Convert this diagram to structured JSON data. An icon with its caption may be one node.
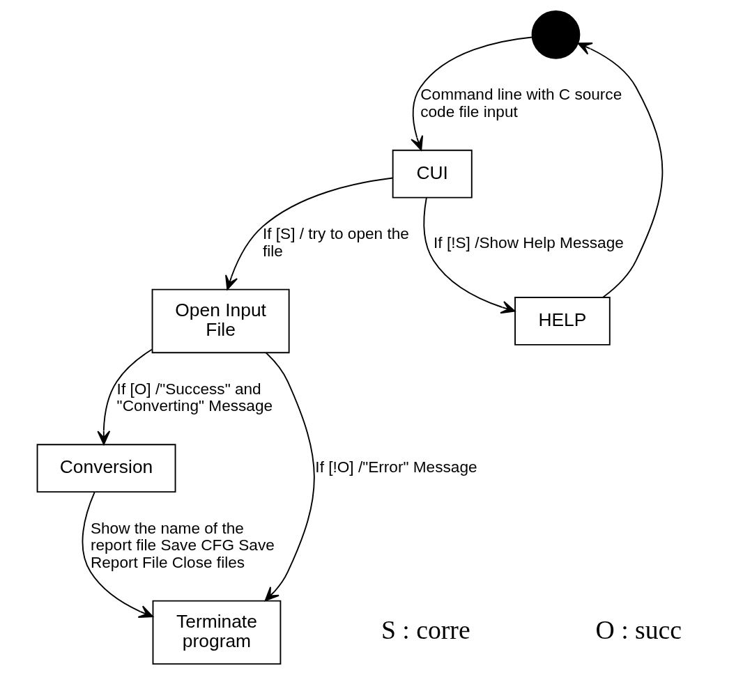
{
  "diagram": {
    "nodes": [
      {
        "text": [],
        "shape": "circle"
      },
      {
        "text": [
          "CUI"
        ]
      },
      {
        "text": [
          "HELP"
        ]
      },
      {
        "text": [
          "Open Input File"
        ]
      },
      {
        "text": [
          "Conversion"
        ]
      },
      {
        "text": [
          "Terminate program"
        ]
      }
    ],
    "edges": [
      {
        "from": 0,
        "to": 1,
        "arrow": "to",
        "label": "Command line with C source code file input"
      },
      {
        "from": 1,
        "to": 2,
        "arrow": "to",
        "label": "If [!S] /Show Help Message"
      },
      {
        "from": 2,
        "to": 0,
        "arrow": "to"
      },
      {
        "from": 1,
        "to": 3,
        "arrow": "to",
        "label": "If [S] / try to open the file"
      },
      {
        "from": 3,
        "to": 4,
        "arrow": "to",
        "label": "If [O] /\"Success\" and \"Converting\" Message"
      },
      {
        "from": 3,
        "to": 5,
        "arrow": "to",
        "label": "If [!O] /\"Error\" Message"
      },
      {
        "from": 4,
        "to": 5,
        "arrow": "to",
        "label": "Show the name of the report file Save CFG Save Report File Close files"
      }
    ],
    "labels": [
      "S : corre",
      "O : succ"
    ]
  }
}
